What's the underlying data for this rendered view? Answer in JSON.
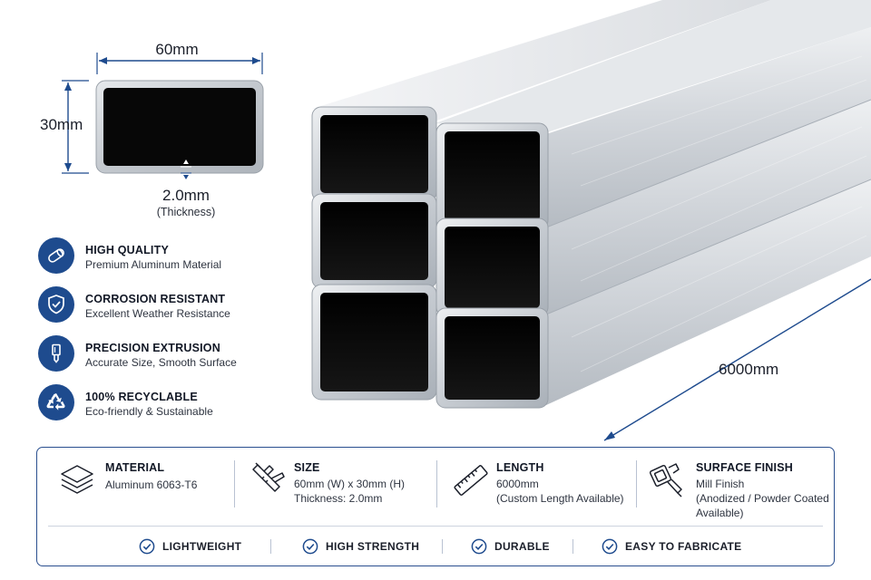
{
  "profile": {
    "width_label": "60mm",
    "height_label": "30mm",
    "thickness_label": "2.0mm",
    "thickness_caption": "(Thickness)",
    "length_label": "6000mm"
  },
  "features": [
    {
      "icon": "tube-icon",
      "title": "HIGH QUALITY",
      "subtitle": "Premium Aluminum Material"
    },
    {
      "icon": "shield-check-icon",
      "title": "CORROSION RESISTANT",
      "subtitle": "Excellent Weather Resistance"
    },
    {
      "icon": "extrusion-icon",
      "title": "PRECISION EXTRUSION",
      "subtitle": "Accurate Size, Smooth Surface"
    },
    {
      "icon": "recycle-icon",
      "title": "100% RECYCLABLE",
      "subtitle": "Eco-friendly & Sustainable"
    }
  ],
  "specs": [
    {
      "icon": "layers-icon",
      "title": "MATERIAL",
      "lines": [
        "Aluminum 6063-T6"
      ]
    },
    {
      "icon": "caliper-icon",
      "title": "SIZE",
      "lines": [
        "60mm (W) x 30mm (H)",
        "Thickness: 2.0mm"
      ]
    },
    {
      "icon": "ruler-icon",
      "title": "LENGTH",
      "lines": [
        "6000mm",
        "(Custom Length Available)"
      ]
    },
    {
      "icon": "polisher-icon",
      "title": "SURFACE FINISH",
      "lines": [
        "Mill Finish",
        "(Anodized / Powder Coated",
        "Available)"
      ]
    }
  ],
  "badges": [
    {
      "icon": "check-circle-icon",
      "label": "LIGHTWEIGHT"
    },
    {
      "icon": "check-circle-icon",
      "label": "HIGH STRENGTH"
    },
    {
      "icon": "check-circle-icon",
      "label": "DURABLE"
    },
    {
      "icon": "check-circle-icon",
      "label": "EASY TO FABRICATE"
    }
  ],
  "colors": {
    "accent": "#1e4b8e",
    "panel_border": "#2a4f8f",
    "aluminum": "#c9ced4",
    "tube_inner": "#070707"
  }
}
